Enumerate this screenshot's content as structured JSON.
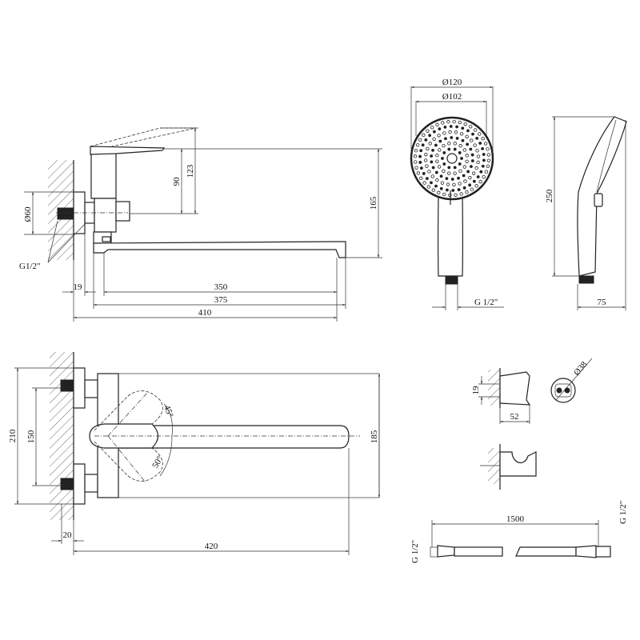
{
  "side_view": {
    "dim_diameter": "Ø60",
    "dim_thread": "G1/2\"",
    "dim_19": "19",
    "dim_350": "350",
    "dim_375": "375",
    "dim_410": "410",
    "dim_90": "90",
    "dim_123": "123",
    "dim_165": "165"
  },
  "shower_front": {
    "dim_outer": "Ø120",
    "dim_inner": "Ø102",
    "dim_thread": "G 1/2\""
  },
  "shower_side": {
    "dim_length": "250",
    "dim_depth": "75"
  },
  "plan_view": {
    "dim_210": "210",
    "dim_150": "150",
    "dim_185": "185",
    "dim_20": "20",
    "dim_420": "420",
    "angle_45": "45°",
    "angle_50": "50°"
  },
  "holder": {
    "dim_19": "19",
    "dim_52": "52",
    "dim_diameter": "Ø38"
  },
  "hose": {
    "dim_length": "1500",
    "thread_left": "G 1/2\"",
    "thread_right": "G 1/2\""
  }
}
